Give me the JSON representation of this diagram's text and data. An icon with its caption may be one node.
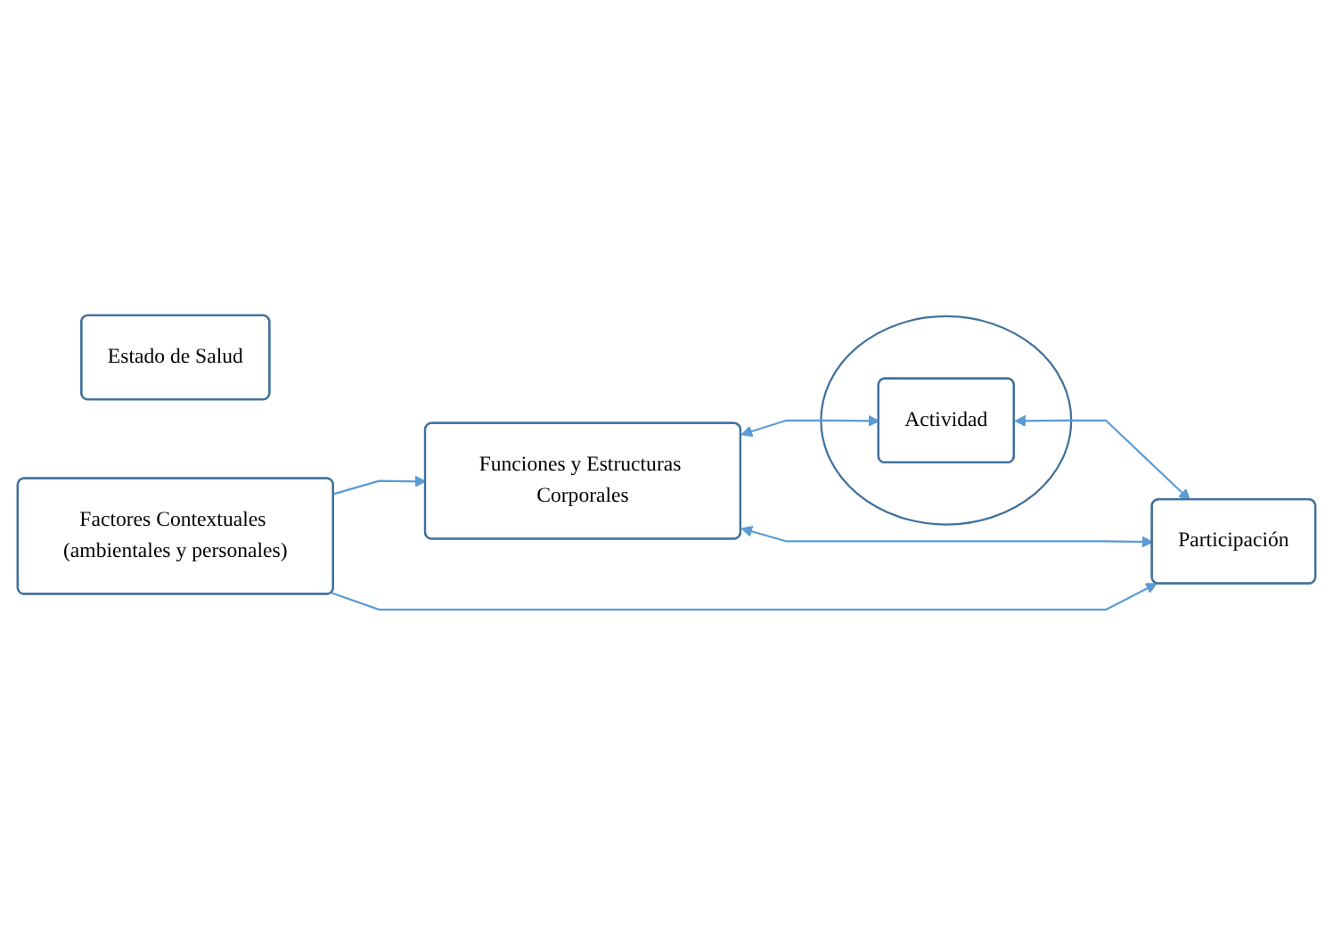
{
  "diagram": {
    "nodes": [
      {
        "text": [
          "Estado de Salud"
        ]
      },
      {
        "text": [],
        "shape": "circle"
      },
      {
        "text": [
          "Funciones y Estructuras Corporales"
        ]
      },
      {
        "text": [
          "Actividad"
        ],
        "in": 1
      },
      {
        "text": [
          "Participación"
        ]
      },
      {
        "text": [
          "Factores Contextuales (ambientales y personales)"
        ]
      }
    ],
    "edges": [
      {
        "from": 2,
        "to": 3,
        "arrow": "both"
      },
      {
        "from": 3,
        "to": 4,
        "arrow": "both"
      },
      {
        "from": 2,
        "to": 4,
        "arrow": "both"
      },
      {
        "from": 5,
        "to": 2,
        "arrow": "to"
      },
      {
        "from": 5,
        "to": 4,
        "arrow": "to"
      }
    ]
  }
}
